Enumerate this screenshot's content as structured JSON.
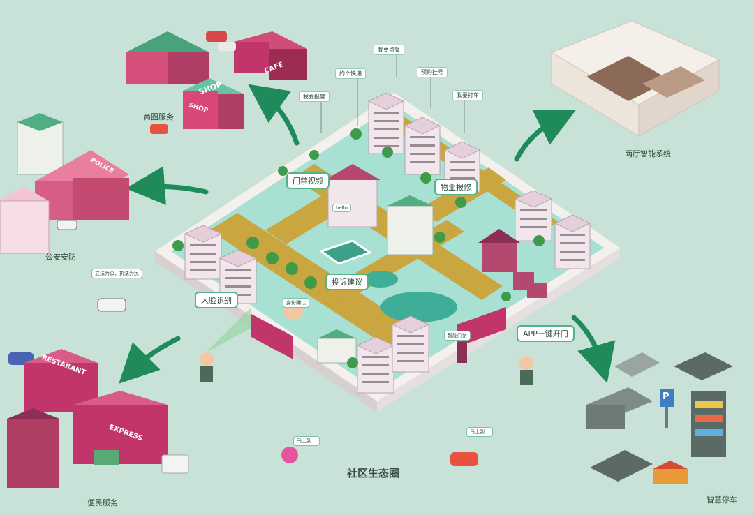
{
  "title": "社区生态圈",
  "regions": {
    "commerce": "商圈服务",
    "security": "公安安防",
    "convenience": "便民服务",
    "smart_home": "两厅智能系统",
    "parking": "智慧停车"
  },
  "center_labels": {
    "access_video": "门禁视频",
    "property_repair": "物业报修",
    "face_recognition": "人脸识别",
    "complaint": "投诉建议",
    "app_open": "APP一键开门"
  },
  "wifi_labels": [
    "我要报警",
    "约个快递",
    "我要点餐",
    "预约挂号",
    "我要打车"
  ],
  "small_bubbles": {
    "police_slogan": "立法为公，执法为民",
    "delivery1": "马上到...",
    "delivery2": "马上到...",
    "id_confirm": "身份确认",
    "smart_gate": "智能门禁",
    "hello": "hello"
  },
  "signs": {
    "shop": "SHOP",
    "shop2": "SHOP",
    "cafe": "CAFE",
    "police": "POLICE",
    "restaurant": "RESTARANT",
    "express": "EXPRESS",
    "parking": "P"
  },
  "colors": {
    "background": "#c8e2d7",
    "arrow": "#1f8a5a",
    "road": "#c9a640",
    "grass": "#a7e0d2",
    "building": "#f1e6ec",
    "accent_pink": "#c2356b"
  }
}
